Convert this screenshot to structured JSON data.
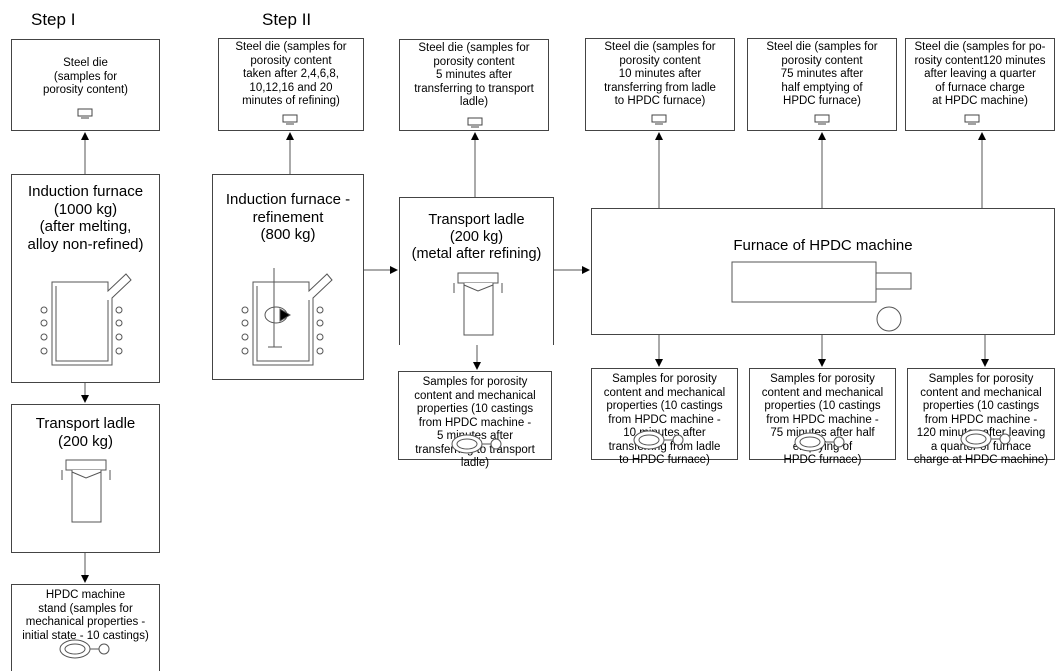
{
  "steps": {
    "step1": "Step I",
    "step2": "Step II"
  },
  "dies": [
    "Steel die\n(samples for\nporosity content)",
    "Steel die (samples for\nporosity content\ntaken after 2,4,6,8,\n10,12,16 and 20\nminutes of refining)",
    "Steel die (samples for\nporosity content\n5 minutes after\ntransferring to transport\nladle)",
    "Steel die (samples for\nporosity content\n10 minutes after\ntransferring from ladle\nto HPDC furnace)",
    "Steel die (samples for\nporosity content\n75 minutes after\nhalf emptying of\nHPDC furnace)",
    "Steel die (samples for po-\nrosity content120 minutes\nafter leaving a quarter\nof furnace charge\nat HPDC machine)"
  ],
  "units": {
    "induction1": "Induction furnace\n(1000 kg)\n(after melting,\nalloy non-refined)",
    "induction2": "Induction furnace -\nrefinement\n(800 kg)",
    "ladle1": "Transport ladle\n(200 kg)",
    "ladle2": "Transport ladle\n(200 kg)\n(metal after refining)",
    "hpdc_furnace": "Furnace of HPDC machine",
    "stand": "HPDC machine\nstand (samples for\nmechanical properties -\ninitial state - 10 castings)"
  },
  "samples": [
    "Samples for porosity\ncontent and mechanical\nproperties (10 castings\nfrom HPDC machine -\n5 minutes after\ntransferring to transport\nladle)",
    "Samples for porosity\ncontent and mechanical\nproperties (10 castings\nfrom HPDC machine -\n10 minutes after\ntransferring from ladle\nto HPDC furnace)",
    "Samples for porosity\ncontent and mechanical\nproperties (10 castings\nfrom HPDC machine -\n75 minutes after  half\nemptying of\nHPDC furnace)",
    "Samples for porosity\ncontent and mechanical\nproperties (10 castings\nfrom HPDC machine -\n120 minutes after leaving\na quarter of furnace\ncharge at HPDC machine)"
  ]
}
